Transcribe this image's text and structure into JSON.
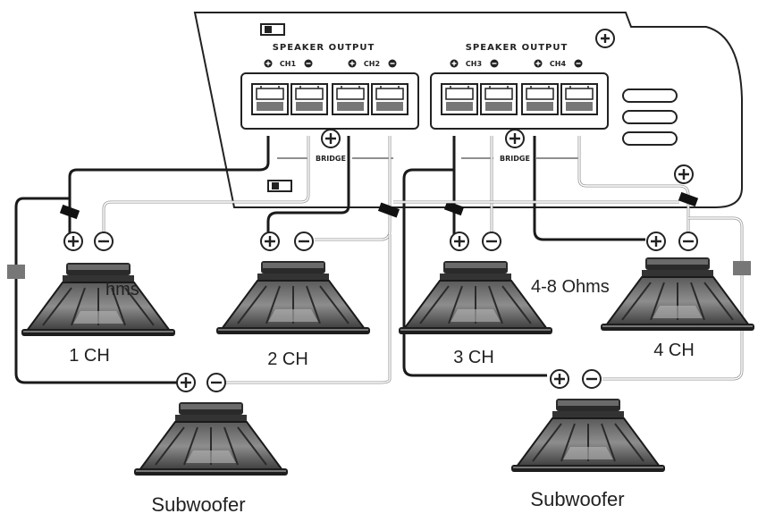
{
  "amplifier": {
    "output_groups": [
      {
        "title": "SPEAKER OUTPUT",
        "channels": [
          "CH1",
          "CH2"
        ],
        "bridge_label": "BRIDGE"
      },
      {
        "title": "SPEAKER OUTPUT",
        "channels": [
          "CH3",
          "CH4"
        ],
        "bridge_label": "BRIDGE"
      }
    ]
  },
  "speakers": {
    "ch1": {
      "label": "1 CH",
      "overlay_text": "hms"
    },
    "ch2": {
      "label": "2 CH"
    },
    "ch3": {
      "label": "3 CH"
    },
    "ch4": {
      "label": "4 CH"
    },
    "sub_left": {
      "label": "Subwoofer"
    },
    "sub_right": {
      "label": "Subwoofer"
    }
  },
  "impedance_note": "4-8 Ohms",
  "icons": [
    "plus-terminal-icon",
    "minus-terminal-icon",
    "speaker-cone-icon",
    "fuse-icon",
    "vent-slot-icon"
  ],
  "colors": {
    "positive_wire": "#1a1a1a",
    "negative_wire": "#9a9a9a"
  }
}
